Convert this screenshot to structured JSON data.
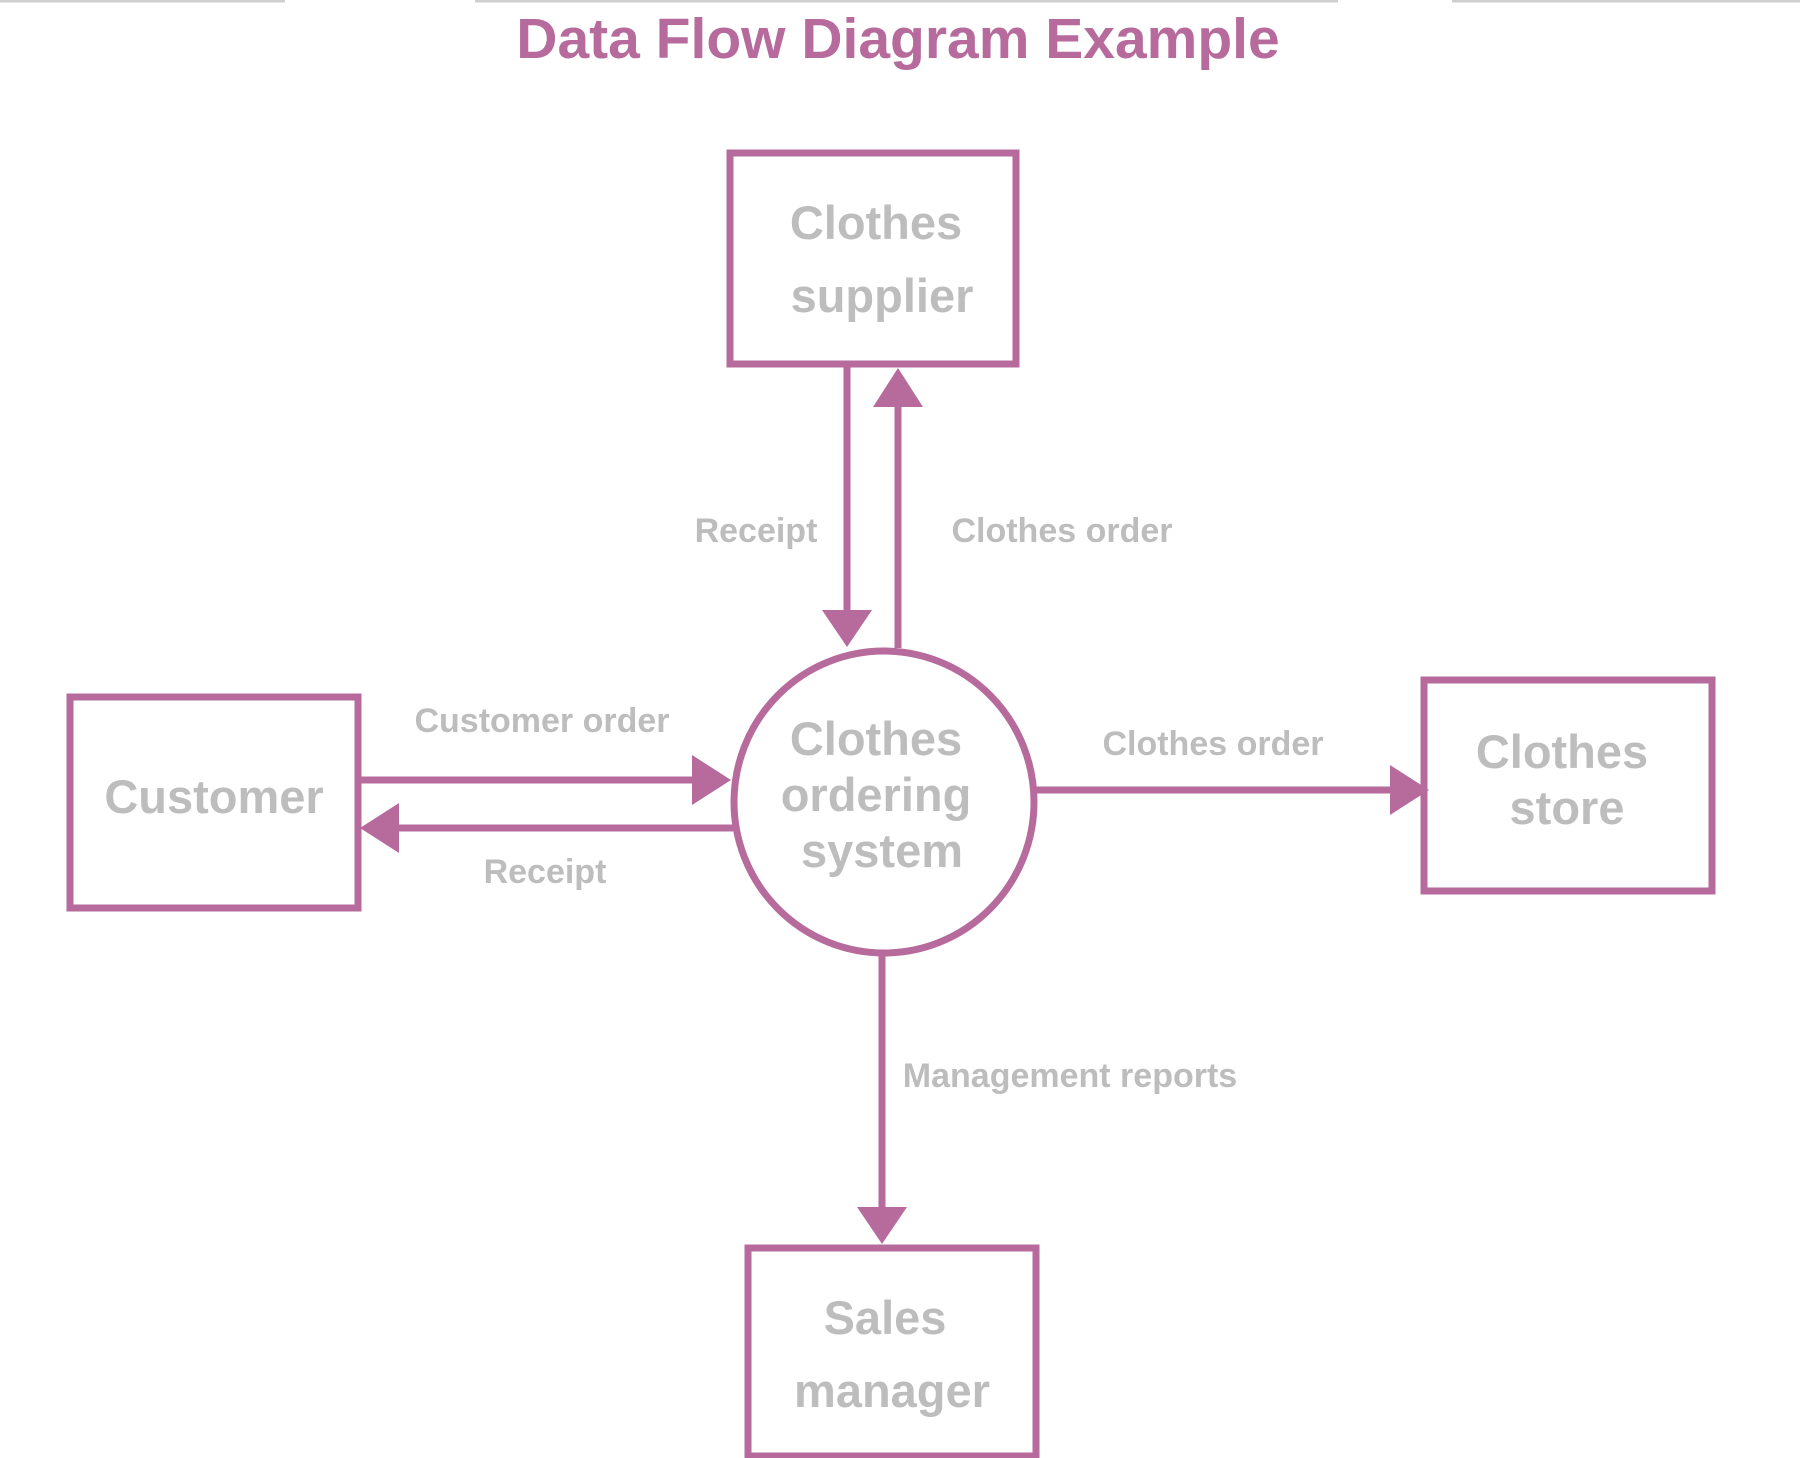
{
  "title": "Data Flow Diagram Example",
  "colors": {
    "accent": "#b66b9c",
    "label": "#bdbdbd",
    "top_rule": "#cfcfcf"
  },
  "nodes": {
    "clothes_supplier": {
      "line1": "Clothes",
      "line2": "supplier"
    },
    "customer": {
      "line1": "Customer"
    },
    "process": {
      "line1": "Clothes",
      "line2": "ordering",
      "line3": "system"
    },
    "clothes_store": {
      "line1": "Clothes",
      "line2": "store"
    },
    "sales_manager": {
      "line1": "Sales",
      "line2": "manager"
    }
  },
  "flows": {
    "supplier_receipt": "Receipt",
    "supplier_order": "Clothes order",
    "customer_order": "Customer order",
    "customer_receipt": "Receipt",
    "store_order": "Clothes order",
    "management_reports": "Management reports"
  }
}
